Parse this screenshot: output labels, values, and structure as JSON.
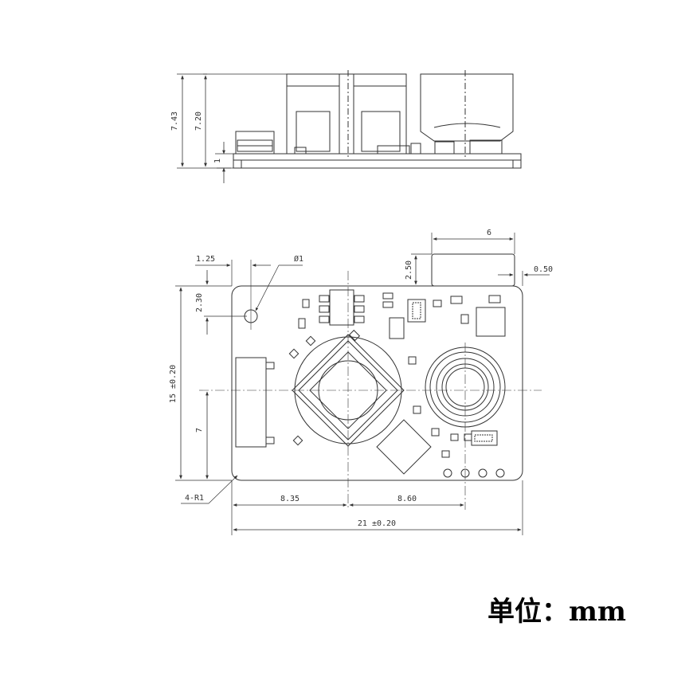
{
  "side_view": {
    "dim_total_height": "7.43",
    "dim_body_height": "7.20",
    "dim_board": "1"
  },
  "top_view": {
    "dim_hole_offset_x": "1.25",
    "dim_hole_diameter": "Ø1",
    "dim_hole_offset_y": "2.30",
    "dim_connector_overhang": "2.50",
    "dim_connector_width": "6",
    "dim_connector_inset": "0.50",
    "dim_height": "15 ±0.20",
    "dim_center_y": "7",
    "dim_left_center": "8.35",
    "dim_right_center": "8.60",
    "dim_width": "21 ±0.20",
    "dim_corner_radius": "4-R1"
  },
  "unit_label": "单位：mm"
}
